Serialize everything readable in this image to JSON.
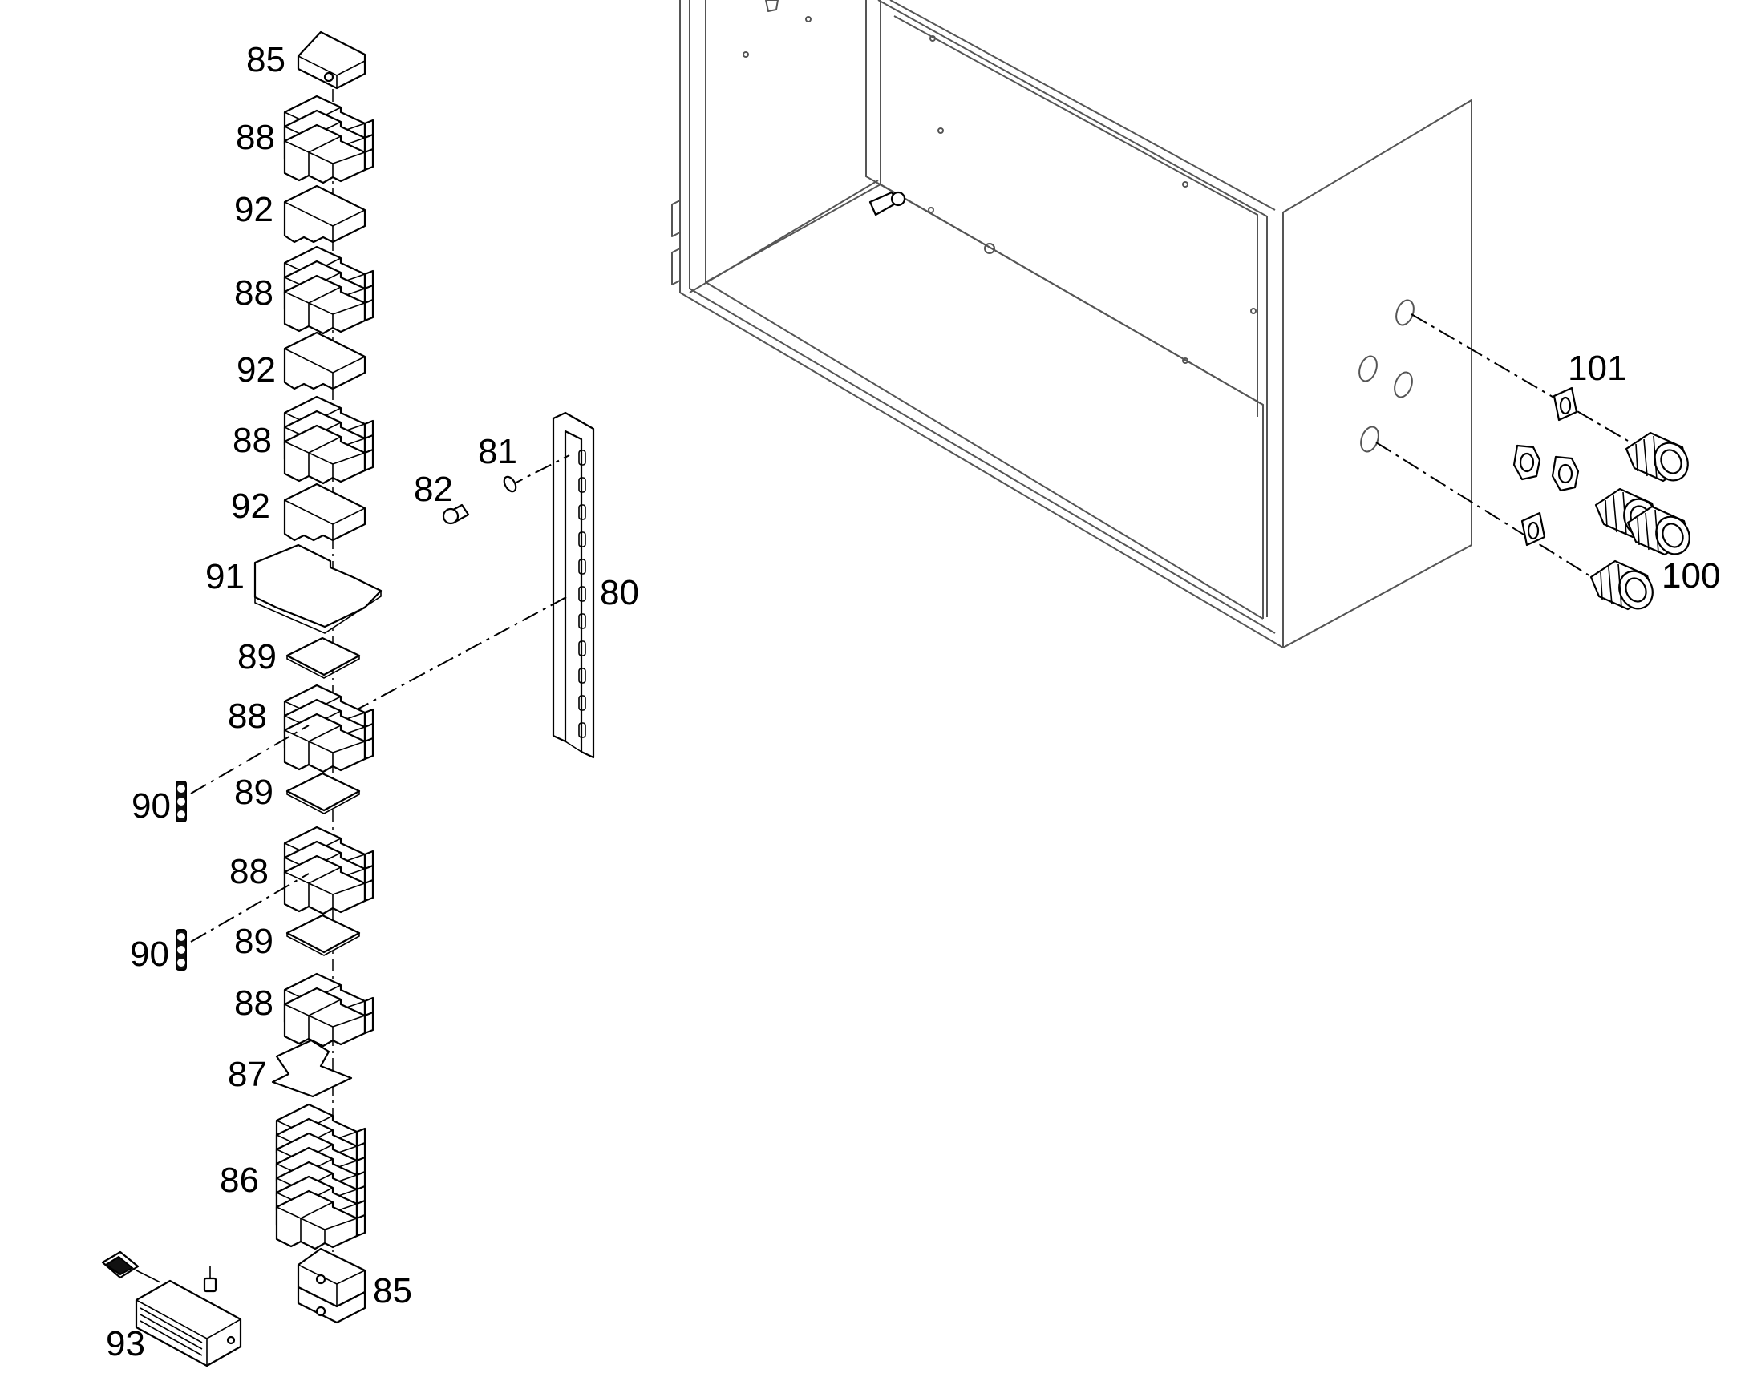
{
  "diagram": {
    "callouts": {
      "c80": "80",
      "c81": "81",
      "c82": "82",
      "c85a": "85",
      "c85b": "85",
      "c86": "86",
      "c87": "87",
      "c88a": "88",
      "c88b": "88",
      "c88c": "88",
      "c88d": "88",
      "c88e": "88",
      "c88f": "88",
      "c89a": "89",
      "c89b": "89",
      "c89c": "89",
      "c90a": "90",
      "c90b": "90",
      "c91": "91",
      "c92a": "92",
      "c92b": "92",
      "c92c": "92",
      "c93": "93",
      "c100": "100",
      "c101": "101"
    }
  }
}
